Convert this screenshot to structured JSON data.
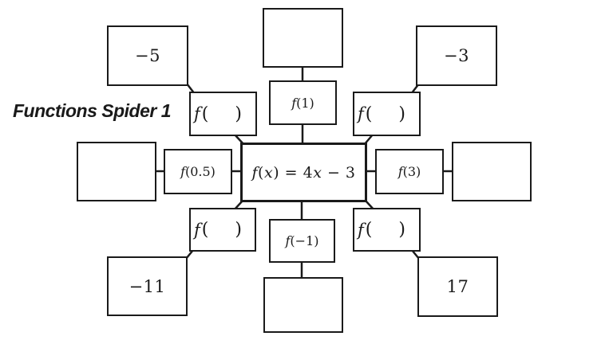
{
  "title": "Functions Spider 1",
  "colors": {
    "ink": "#1a1a1a",
    "background": "#ffffff"
  },
  "center_box": {
    "seg_f": "f",
    "seg_open": "(",
    "seg_x": "x",
    "seg_mid": ") = 4",
    "seg_x2": "x",
    "seg_end": " − 3"
  },
  "function_labels": {
    "f1": {
      "f": "f",
      "arg": "(1)"
    },
    "f05": {
      "f": "f",
      "arg": "(0.5)"
    },
    "f3": {
      "f": "f",
      "arg": "(3)"
    },
    "fm1": {
      "f": "f",
      "arg": "(−1)"
    },
    "blank_top_left": {
      "f": "f",
      "open": "(",
      "close": ")"
    },
    "blank_top_right": {
      "f": "f",
      "open": "(",
      "close": ")"
    },
    "blank_bottom_left": {
      "f": "f",
      "open": "(",
      "close": ")"
    },
    "blank_bottom_right": {
      "f": "f",
      "open": "(",
      "close": ")"
    }
  },
  "answer_boxes": {
    "top": "",
    "top_left": "−5",
    "top_right": "−3",
    "left": "",
    "right": "",
    "bottom": "",
    "bottom_left": "−11",
    "bottom_right": "17"
  }
}
